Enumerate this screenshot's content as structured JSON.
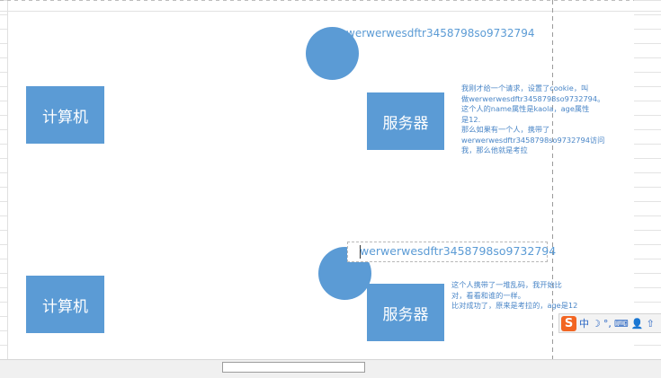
{
  "diagram_top": {
    "client_label": "计算机",
    "server_label": "服务器",
    "token_text": "werwerwesdftr3458798so9732794",
    "note_lines": [
      "我刚才给一个请求，设置了cookie，叫",
      "做werwerwesdftr3458798so9732794。",
      "这个人的name属性是kaola，age属性",
      "是12.",
      "那么如果有一个人，携带了",
      "werwerwesdftr3458798so9732794访问",
      "我，那么他就是考拉"
    ]
  },
  "diagram_bottom": {
    "client_label": "计算机",
    "server_label": "服务器",
    "token_text": "werwerwesdftr3458798so9732794",
    "note_lines": [
      "这个人携带了一堆乱码，我开始比",
      "对，看看和谁的一样。",
      "比对成功了，原来是考拉的，age是12"
    ]
  },
  "ime_toolbar": {
    "logo": "S",
    "items": [
      "中",
      "☽",
      "°,",
      "⌨",
      "👤",
      "⇧"
    ]
  },
  "colors": {
    "shape_fill": "#5b9bd5",
    "note_text": "#4a86c7",
    "ime_logo": "#f26522"
  }
}
